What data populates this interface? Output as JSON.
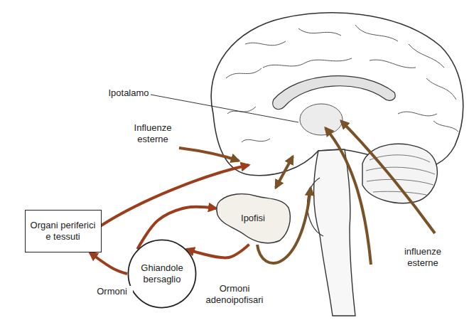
{
  "diagram": {
    "nodes": [
      {
        "text": [
          "Organi periferici e tessuti"
        ]
      },
      {
        "text": [
          "Ipofisi"
        ]
      },
      {
        "text": [
          "Ghiandole bersaglio"
        ]
      }
    ],
    "edges": [
      {
        "from": 1,
        "to": 2,
        "label": "Ormoni adenoipofisari",
        "arrow": "to"
      },
      {
        "from": 2,
        "to": 0,
        "label": "Ormoni",
        "arrow": "to"
      },
      {
        "from": 2,
        "to": 1,
        "arrow": "to"
      }
    ],
    "labels": [
      "Ipotalamo",
      "Influenze esterne",
      "influenze esterne"
    ]
  }
}
